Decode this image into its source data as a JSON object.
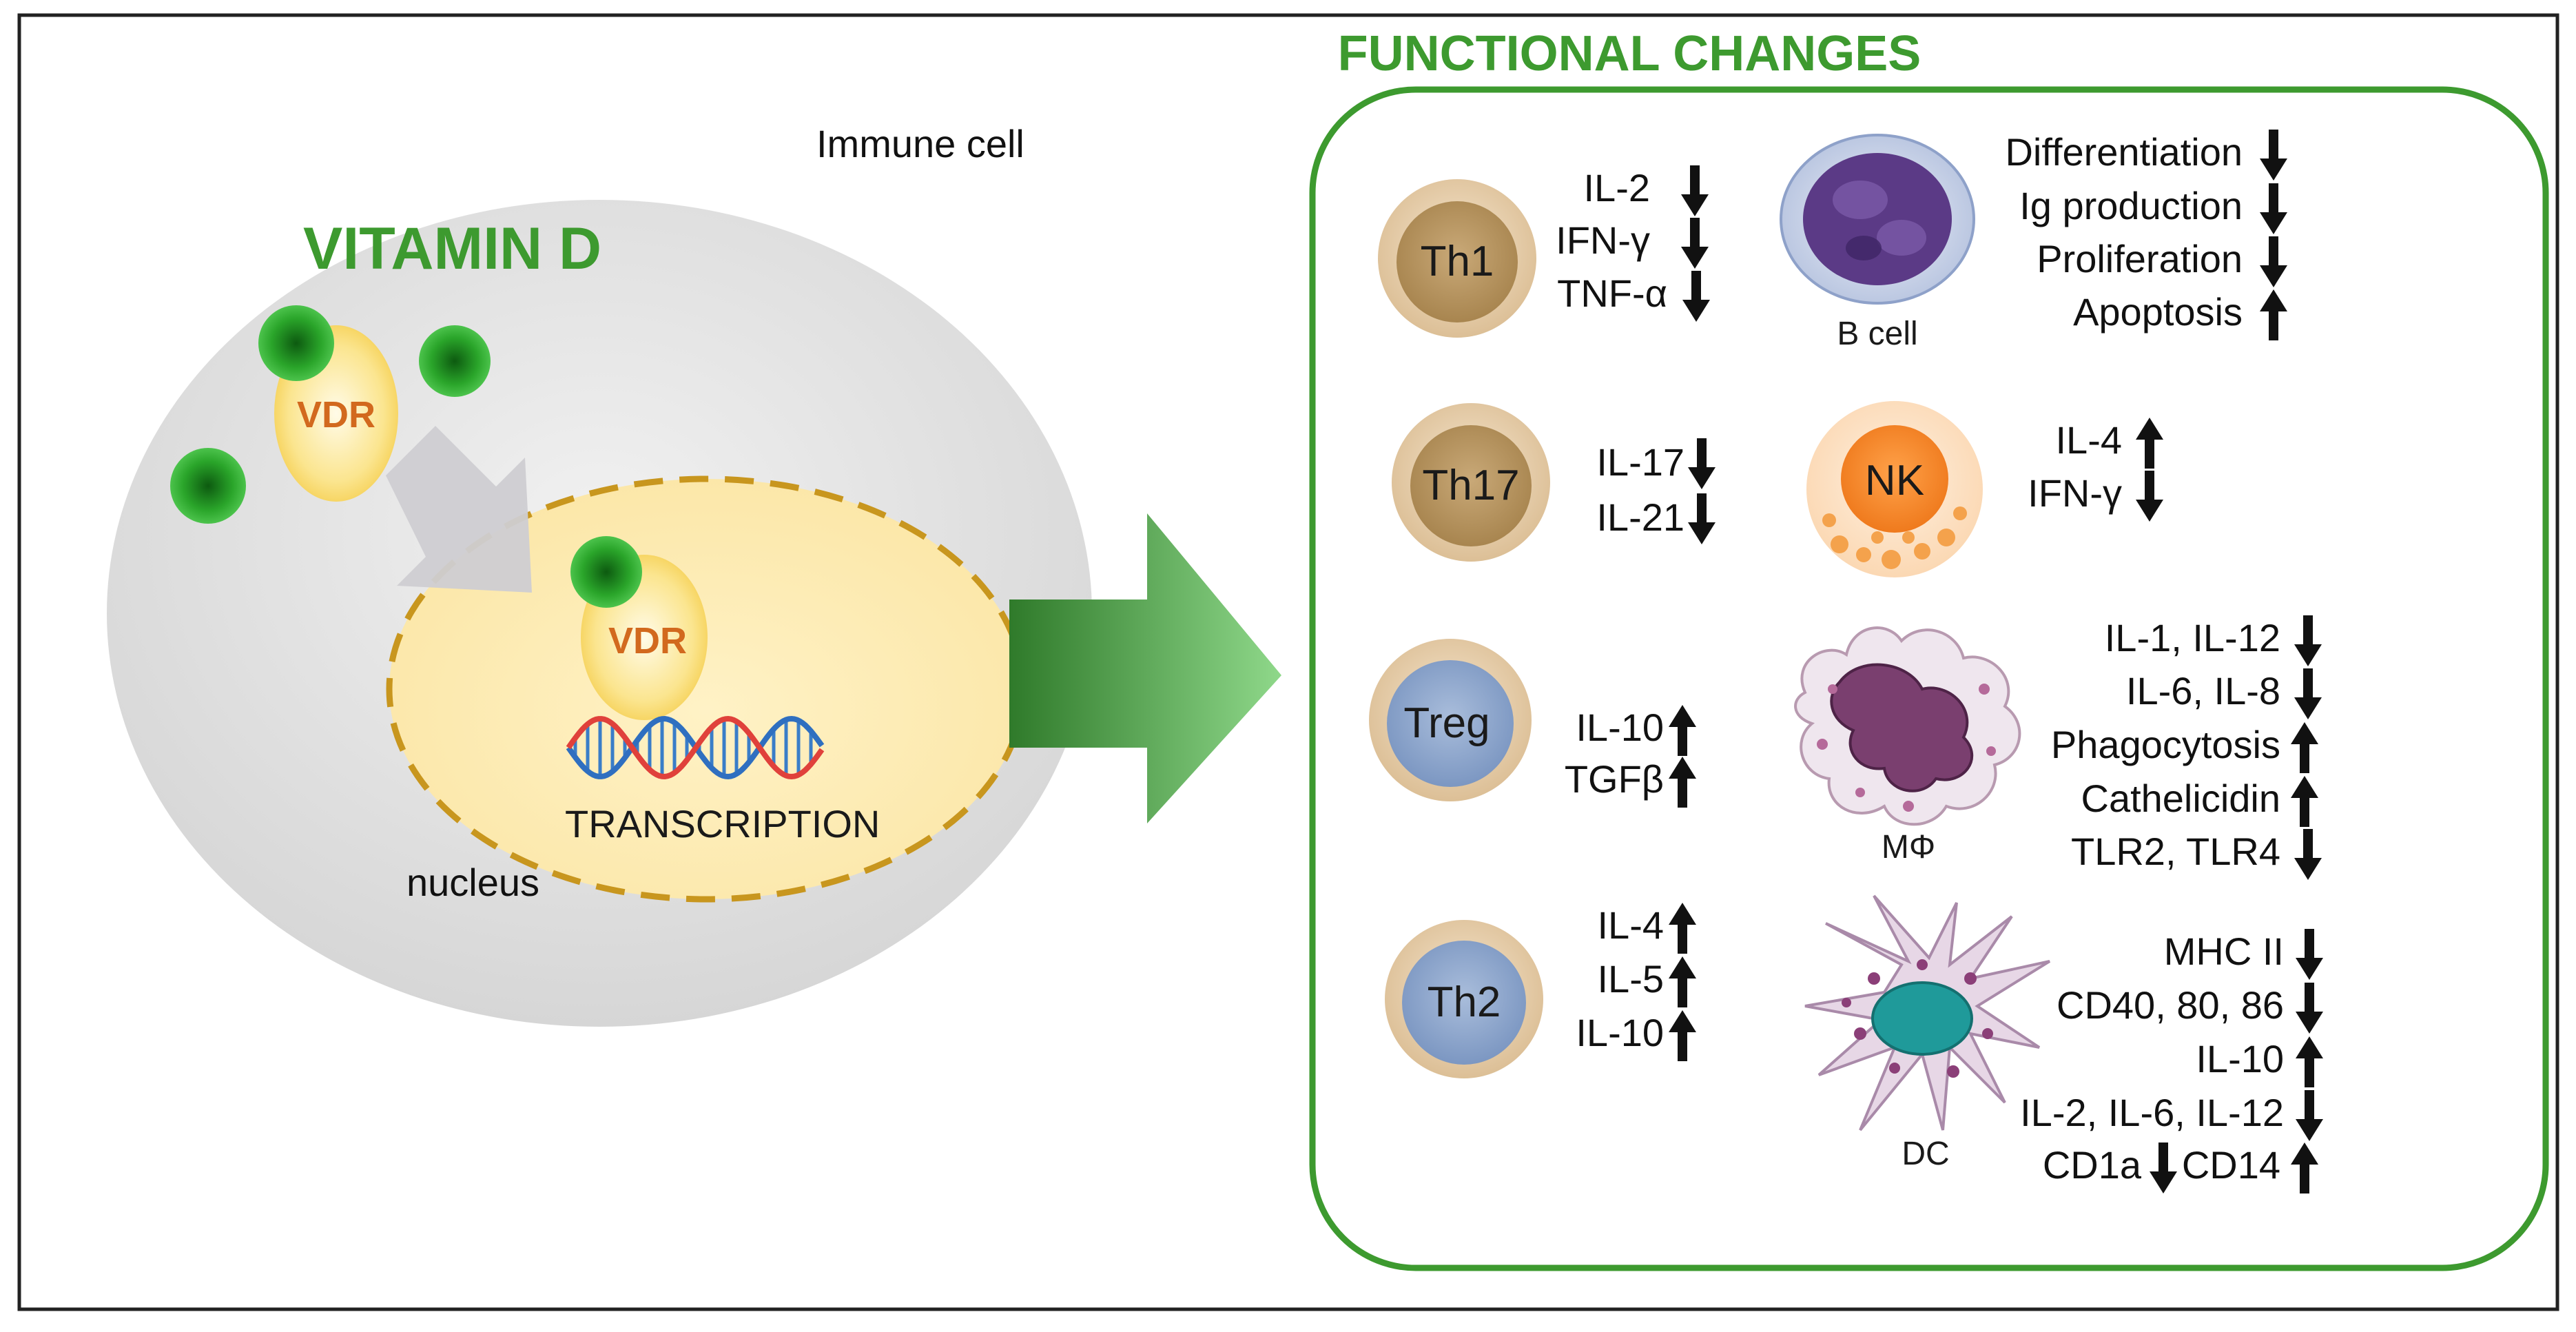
{
  "left_panel": {
    "immune_cell_label": "Immune cell",
    "vitamin_title": "VITAMIN D",
    "vdr_label_outer": "VDR",
    "vdr_label_inner": "VDR",
    "transcription_label": "TRANSCRIPTION",
    "nucleus_label": "nucleus"
  },
  "right_panel": {
    "title": "FUNCTIONAL CHANGES",
    "cells": [
      {
        "name": "Th1",
        "effects": [
          {
            "text": "IL-2",
            "dir": "down"
          },
          {
            "text": "IFN-γ",
            "dir": "down"
          },
          {
            "text": "TNF-α",
            "dir": "down"
          }
        ]
      },
      {
        "name": "Th17",
        "effects": [
          {
            "text": "IL-17",
            "dir": "down"
          },
          {
            "text": "IL-21",
            "dir": "down"
          }
        ]
      },
      {
        "name": "Treg",
        "effects": [
          {
            "text": "IL-10",
            "dir": "up"
          },
          {
            "text": "TGFβ",
            "dir": "up"
          }
        ]
      },
      {
        "name": "Th2",
        "effects": [
          {
            "text": "IL-4",
            "dir": "up"
          },
          {
            "text": "IL-5",
            "dir": "up"
          },
          {
            "text": "IL-10",
            "dir": "up"
          }
        ]
      },
      {
        "name": "B cell",
        "effects": [
          {
            "text": "Differentiation",
            "dir": "down"
          },
          {
            "text": "Ig production",
            "dir": "down"
          },
          {
            "text": "Proliferation",
            "dir": "down"
          },
          {
            "text": "Apoptosis",
            "dir": "up"
          }
        ]
      },
      {
        "name": "NK",
        "effects": [
          {
            "text": "IL-4",
            "dir": "up"
          },
          {
            "text": "IFN-γ",
            "dir": "down"
          }
        ]
      },
      {
        "name": "MΦ",
        "effects": [
          {
            "text": "IL-1, IL-12",
            "dir": "down"
          },
          {
            "text": "IL-6, IL-8",
            "dir": "down"
          },
          {
            "text": "Phagocytosis",
            "dir": "up"
          },
          {
            "text": "Cathelicidin",
            "dir": "up"
          },
          {
            "text": "TLR2, TLR4",
            "dir": "down"
          }
        ]
      },
      {
        "name": "DC",
        "effects": [
          {
            "text": "MHC II",
            "dir": "down"
          },
          {
            "text": "CD40, 80, 86",
            "dir": "down"
          },
          {
            "text": "IL-10",
            "dir": "up"
          },
          {
            "text": "IL-2, IL-6, IL-12",
            "dir": "down"
          }
        ],
        "last_line": [
          {
            "text": "CD1a",
            "dir": "down"
          },
          {
            "text": "CD14",
            "dir": "up"
          }
        ]
      }
    ]
  },
  "colors": {
    "green": "#3d9a2f",
    "green_dark": "#2f7f22",
    "vdr_text": "#d2691e",
    "nucleus_border": "#c8961e"
  }
}
